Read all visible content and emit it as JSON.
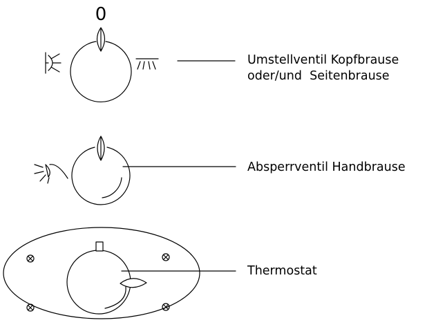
{
  "labels": {
    "diverter_line1": "Umstellventil Kopfbrause",
    "diverter_line2": "oder/und  Seitenbrause",
    "shutoff": "Absperrventil Handbrause",
    "thermostat": "Thermostat"
  },
  "diverter": {
    "position_mark": "0",
    "left_icon": "head-shower-icon",
    "right_icon": "side-shower-icon"
  },
  "shutoff": {
    "icon": "hand-shower-icon"
  },
  "thermostat_plate": {
    "screw_icon": "screw-cross-icon",
    "screw_count": 4
  }
}
